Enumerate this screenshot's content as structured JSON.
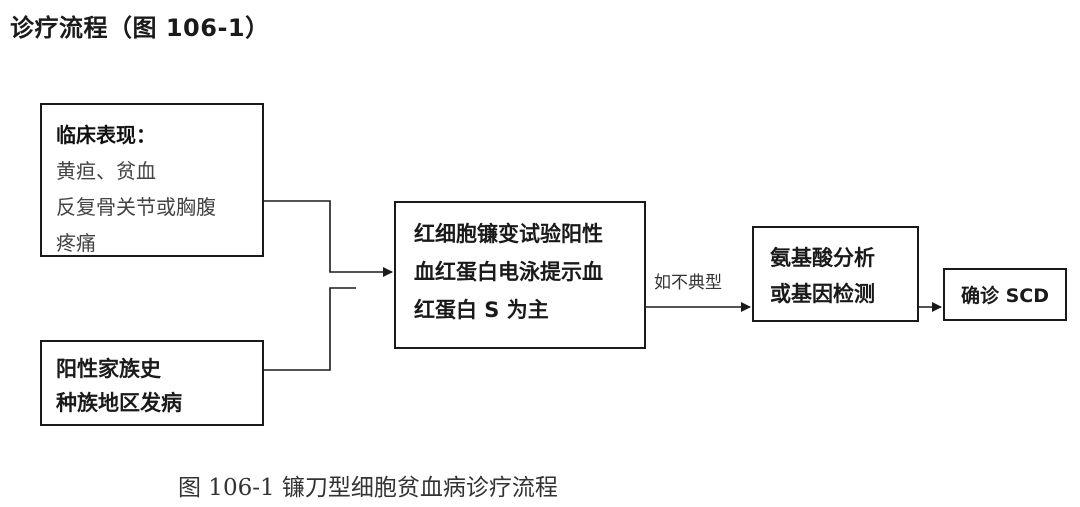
{
  "heading": "诊疗流程（图 106-1）",
  "boxes": {
    "clinical": {
      "title": "临床表现：",
      "lines": [
        "黄疸、贫血",
        "反复骨关节或胸腹",
        "疼痛"
      ]
    },
    "family": {
      "lines": [
        "阳性家族史",
        "种族地区发病"
      ]
    },
    "test": {
      "lines": [
        "红细胞镰变试验阳性",
        "血红蛋白电泳提示血",
        "红蛋白 S 为主"
      ]
    },
    "analysis": {
      "lines": [
        "氨基酸分析",
        "或基因检测"
      ]
    },
    "diagnosis": {
      "label": "确诊 SCD"
    }
  },
  "edge_labels": {
    "atypical": "如不典型"
  },
  "caption": "图  106-1  镰刀型细胞贫血病诊疗流程"
}
